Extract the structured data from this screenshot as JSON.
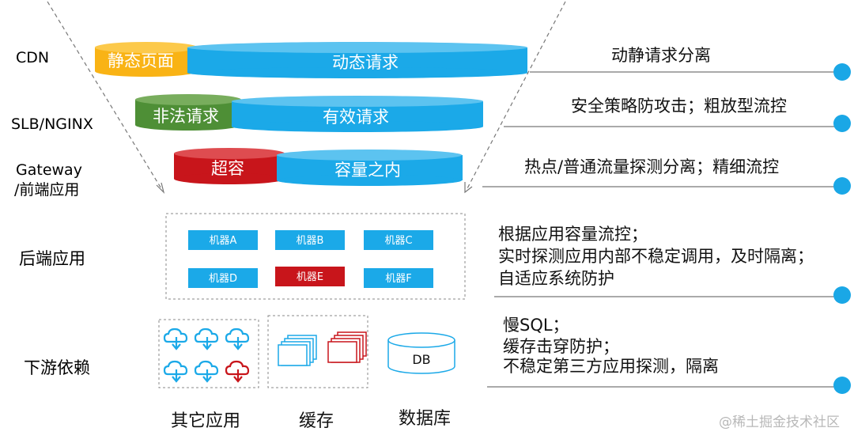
{
  "layers": {
    "cdn": "CDN",
    "slb": "SLB/NGINX",
    "gateway_line1": "Gateway",
    "gateway_line2": "/前端应用",
    "backend": "后端应用",
    "downstream": "下游依赖"
  },
  "cylinders": {
    "static_page": "静态页面",
    "dynamic_request": "动态请求",
    "illegal_request": "非法请求",
    "valid_request": "有效请求",
    "over_capacity": "超容",
    "within_capacity": "容量之内"
  },
  "descriptions": {
    "cdn": "动静请求分离",
    "slb": "安全策略防攻击；粗放型流控",
    "gateway": "热点/普通流量探测分离；精细流控",
    "backend": [
      "根据应用容量流控；",
      "实时探测应用内部不稳定调用，及时隔离；",
      "自适应系统防护"
    ],
    "downstream": [
      "慢SQL；",
      "缓存击穿防护；",
      "不稳定第三方应用探测，隔离"
    ]
  },
  "machines": [
    "机器A",
    "机器B",
    "机器C",
    "机器D",
    "机器E",
    "机器F"
  ],
  "downstream": {
    "db_label": "DB",
    "other_apps": "其它应用",
    "cache": "缓存",
    "database": "数据库"
  },
  "watermark": "@稀土掘金技术社区",
  "colors": {
    "blue": "#1ba9e8",
    "yellow": "#f9b315",
    "green": "#4e8f36",
    "red": "#c8151b",
    "dot": "#1aa7e6"
  }
}
